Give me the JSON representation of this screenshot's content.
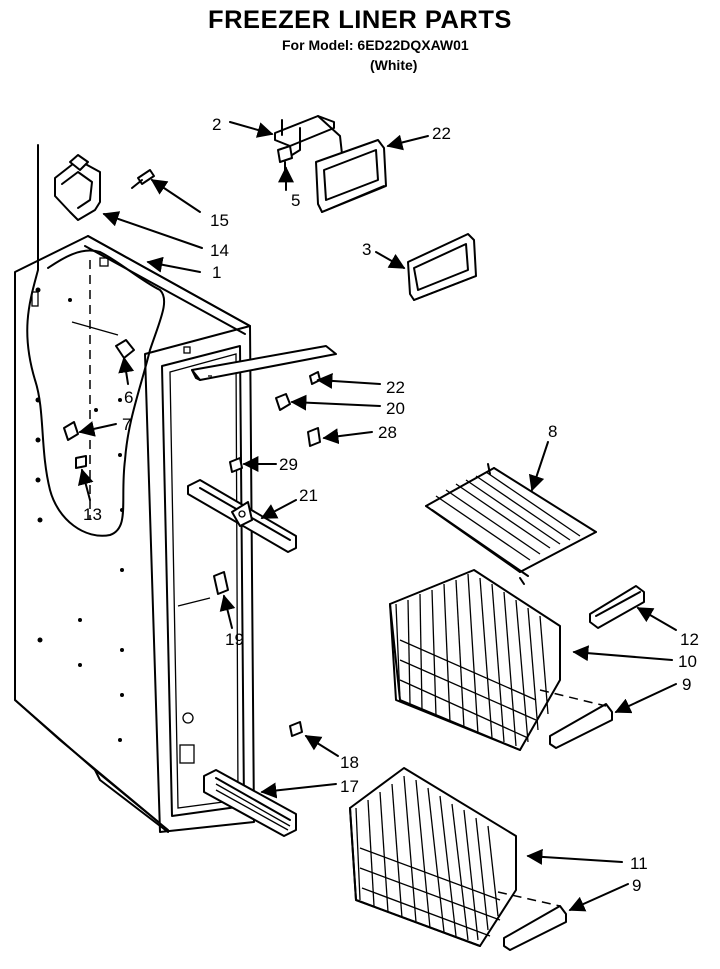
{
  "header": {
    "title": "FREEZER LINER PARTS",
    "model_line": "For Model: 6ED22DQXAW01",
    "color_line": "(White)"
  },
  "callouts": [
    {
      "id": "c1",
      "label": "1"
    },
    {
      "id": "c2",
      "label": "2"
    },
    {
      "id": "c3",
      "label": "3"
    },
    {
      "id": "c5",
      "label": "5"
    },
    {
      "id": "c6",
      "label": "6"
    },
    {
      "id": "c7",
      "label": "7"
    },
    {
      "id": "c8",
      "label": "8"
    },
    {
      "id": "c9a",
      "label": "9"
    },
    {
      "id": "c9b",
      "label": "9"
    },
    {
      "id": "c10",
      "label": "10"
    },
    {
      "id": "c11",
      "label": "11"
    },
    {
      "id": "c12",
      "label": "12"
    },
    {
      "id": "c13",
      "label": "13"
    },
    {
      "id": "c14",
      "label": "14"
    },
    {
      "id": "c15",
      "label": "15"
    },
    {
      "id": "c17",
      "label": "17"
    },
    {
      "id": "c18",
      "label": "18"
    },
    {
      "id": "c19",
      "label": "19"
    },
    {
      "id": "c20",
      "label": "20"
    },
    {
      "id": "c21",
      "label": "21"
    },
    {
      "id": "c22a",
      "label": "22"
    },
    {
      "id": "c22b",
      "label": "22"
    },
    {
      "id": "c28",
      "label": "28"
    },
    {
      "id": "c29",
      "label": "29"
    }
  ]
}
